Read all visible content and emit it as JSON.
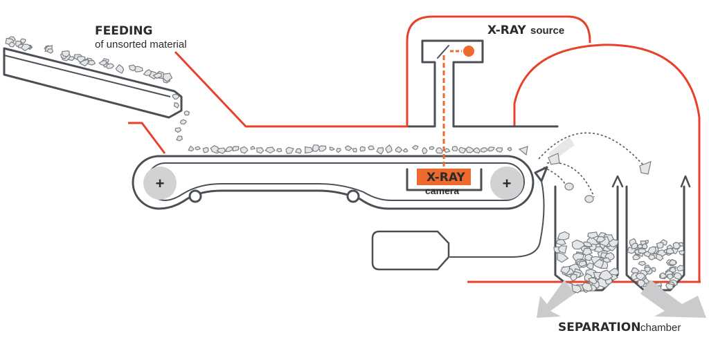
{
  "labels": {
    "feeding_title": "FEEDING",
    "feeding_sub": "of unsorted material",
    "xray_source_title": "X-RAY",
    "xray_source_sub": "source",
    "xray_camera_title": "X-RAY",
    "xray_camera_sub": "camera",
    "separation_title": "SEPARATION",
    "separation_sub": "chamber"
  },
  "colors": {
    "accent_red": "#e8402a",
    "accent_orange": "#ee6a2c",
    "outline_gray": "#4a4f55",
    "rock_fill": "#e4e6e8",
    "rock_stroke": "#7a7e83",
    "arrow_gray": "#c9cbcd"
  },
  "icons": {
    "pulley_left": "plus-icon",
    "pulley_right": "plus-icon",
    "xray_emitter": "circle-icon"
  }
}
